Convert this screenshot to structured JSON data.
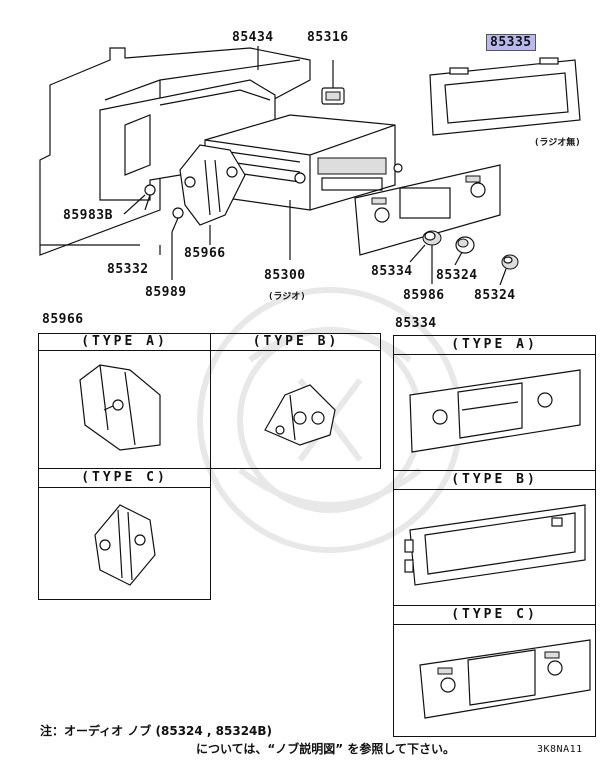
{
  "parts": {
    "p85434": "85434",
    "p85316": "85316",
    "p85335": "85335",
    "p85335_note": "(ラジオ無)",
    "p85983B": "85983B",
    "p85966": "85966",
    "p85332": "85332",
    "p85989": "85989",
    "p85300": "85300",
    "p85300_note": "(ラジオ)",
    "p85334": "85334",
    "p85324a": "85324",
    "p85986": "85986",
    "p85324b": "85324"
  },
  "section_left": {
    "part": "85966",
    "type_a": "(TYPE A)",
    "type_b": "(TYPE B)",
    "type_c": "(TYPE C)"
  },
  "section_right": {
    "part": "85334",
    "type_a": "(TYPE A)",
    "type_b": "(TYPE B)",
    "type_c": "(TYPE C)"
  },
  "footer": {
    "note_line1": "注：オーディオ ノブ (85324 , 85324B)",
    "note_line2": "については、“ノブ説明図” を参照して下さい。",
    "code": "3K8NA11"
  },
  "colors": {
    "highlight": "#b9b9f0",
    "ink": "#111111"
  }
}
